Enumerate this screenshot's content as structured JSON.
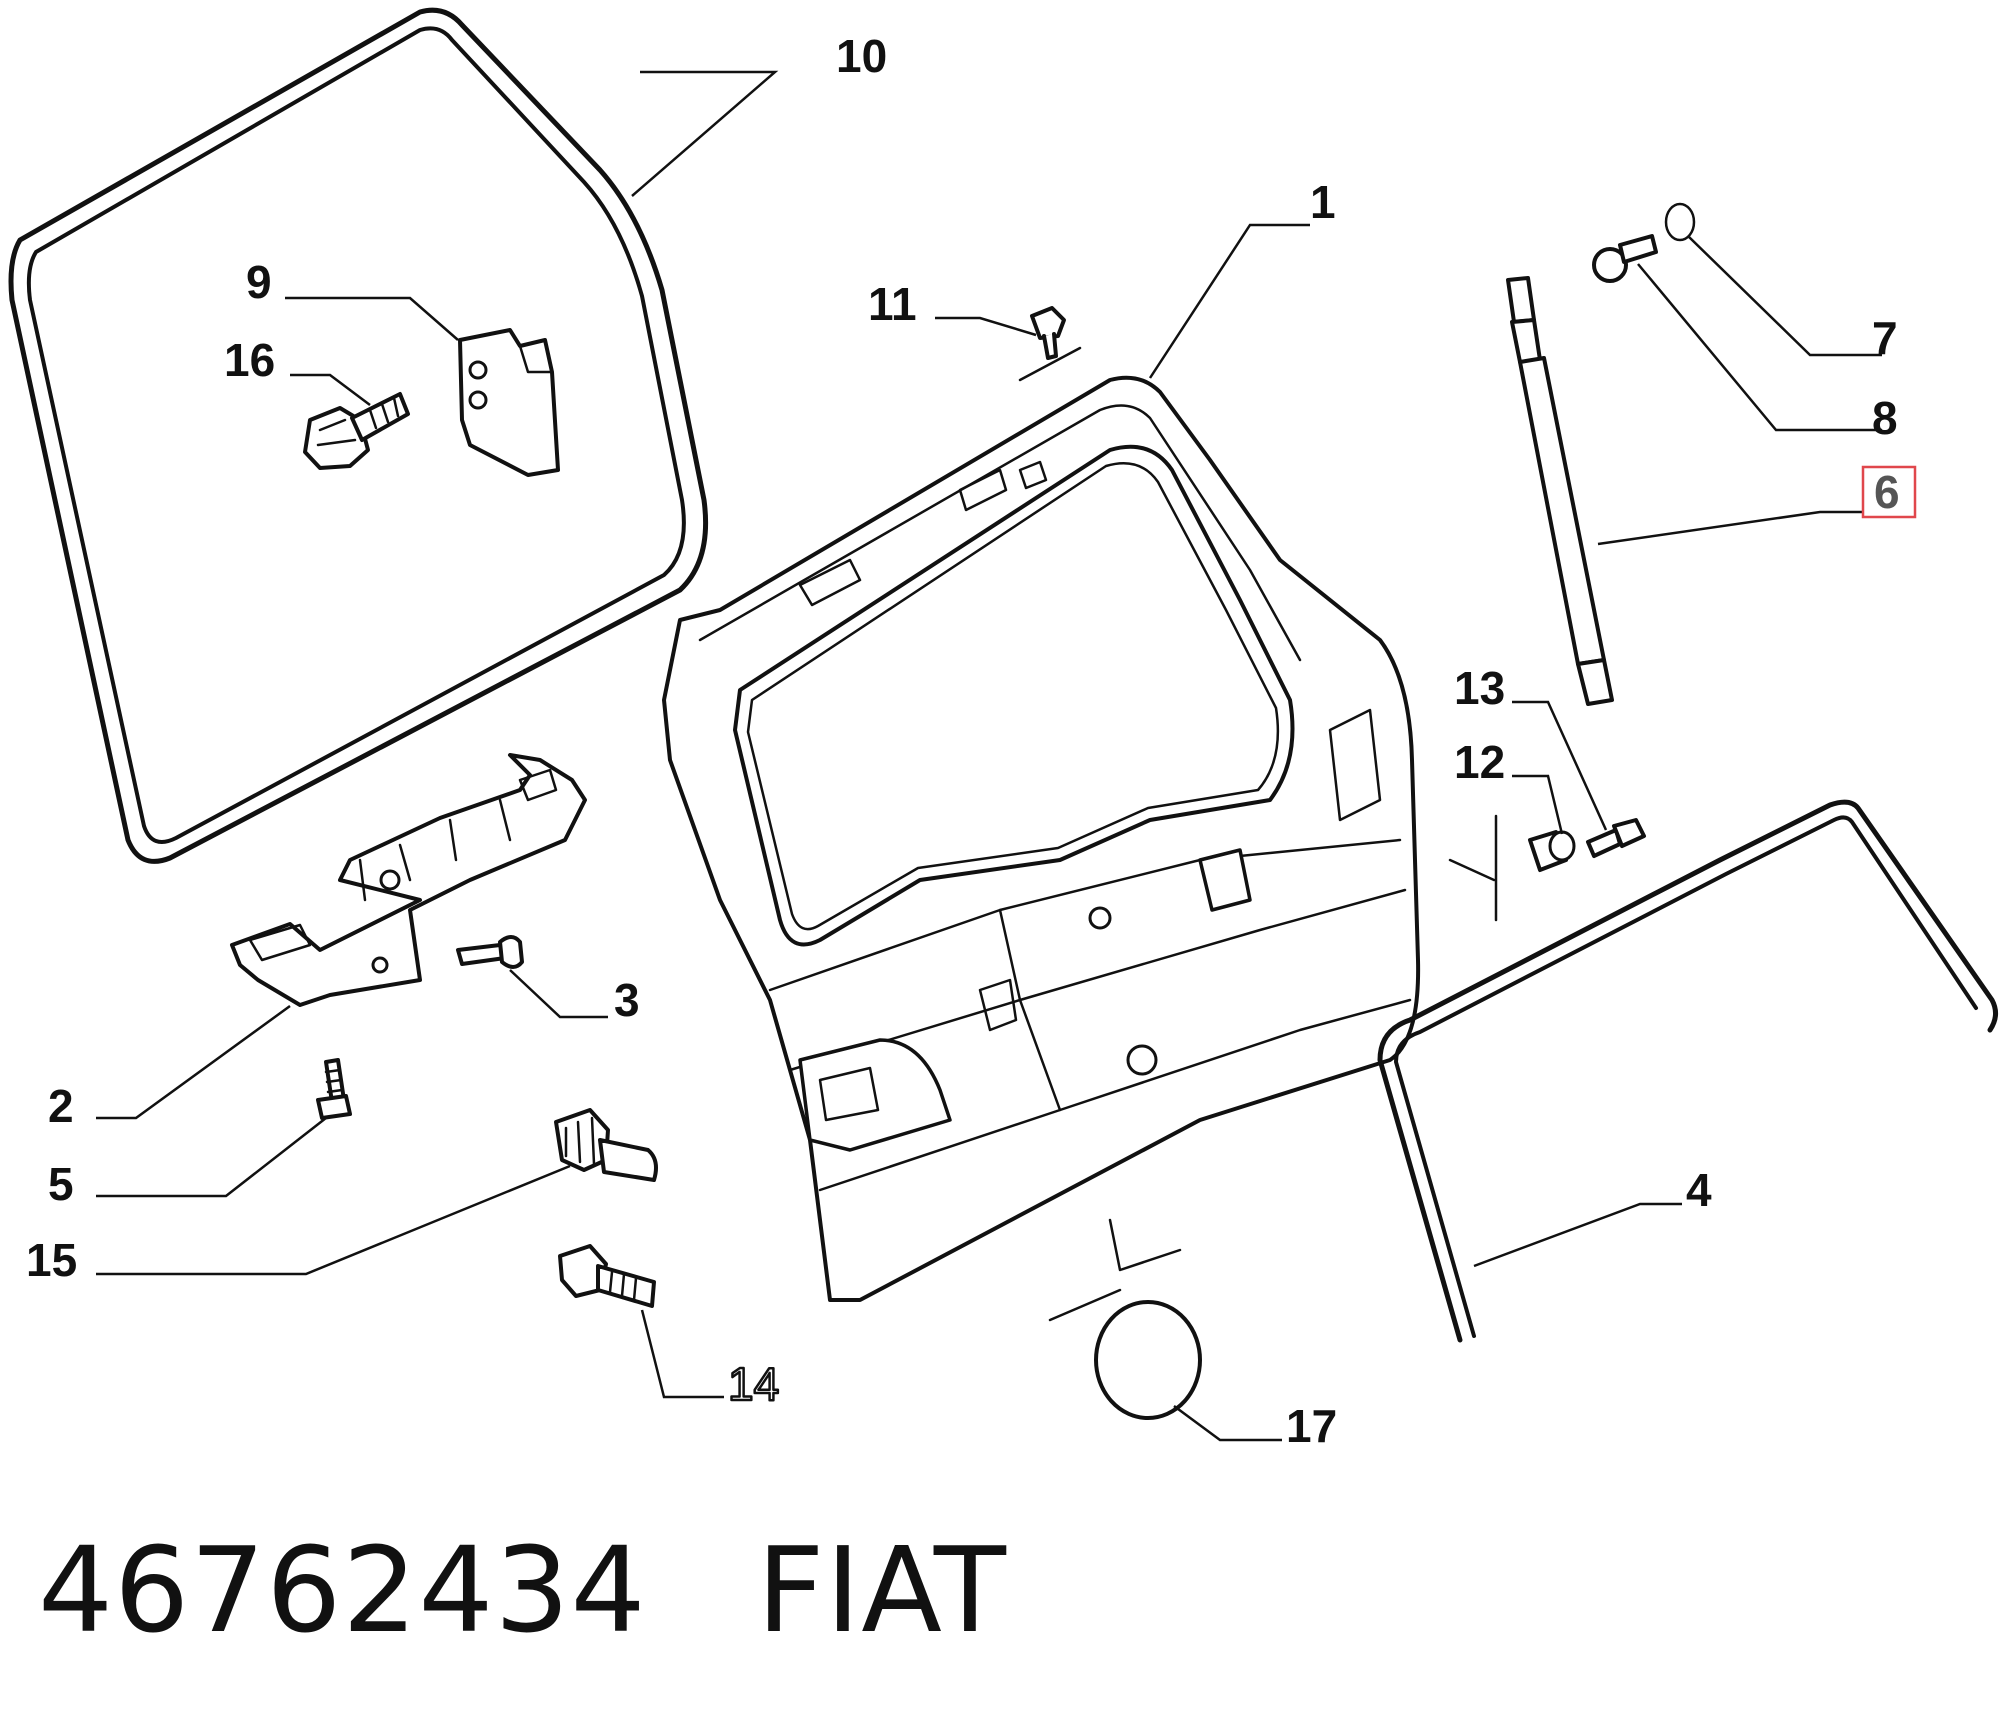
{
  "callouts": {
    "c1": "1",
    "c2": "2",
    "c3": "3",
    "c4": "4",
    "c5": "5",
    "c6": "6",
    "c7": "7",
    "c8": "8",
    "c9": "9",
    "c10": "10",
    "c11": "11",
    "c12": "12",
    "c13": "13",
    "c14": "14",
    "c15": "15",
    "c16": "16",
    "c17": "17"
  },
  "highlighted_callout": "6",
  "caption": {
    "part_number": "46762434",
    "brand": "FIAT"
  },
  "colors": {
    "line": "#111111",
    "background": "#ffffff",
    "highlight": "#e0474c"
  }
}
